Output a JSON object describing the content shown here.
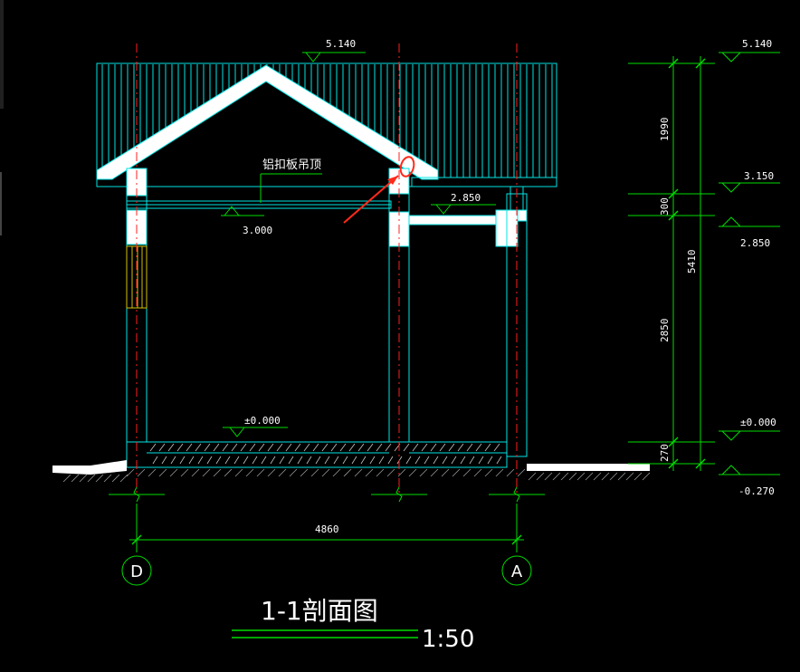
{
  "drawing": {
    "title": "1-1剖面图",
    "scale": "1:50",
    "ceiling_note": "铝扣板吊顶"
  },
  "elevations": {
    "ridge_top": "5.140",
    "eave_top": "3.150",
    "ceiling": "3.000",
    "canopy": "2.850",
    "floor": "±0.000",
    "ground": "-0.270"
  },
  "dimensions": {
    "roof_height": "1990",
    "eave_depth": "300",
    "ceiling_to_floor": "2850",
    "plinth": "270",
    "total_height": "5410",
    "span": "4860"
  },
  "axes": {
    "left": "D",
    "right": "A"
  },
  "colors": {
    "background": "#000000",
    "building": "#00e5e5",
    "dimension": "#00dd00",
    "axis": "#ff2020",
    "white": "#ffffff",
    "annotation": "#ff2a1a",
    "window": "#d4c000"
  }
}
